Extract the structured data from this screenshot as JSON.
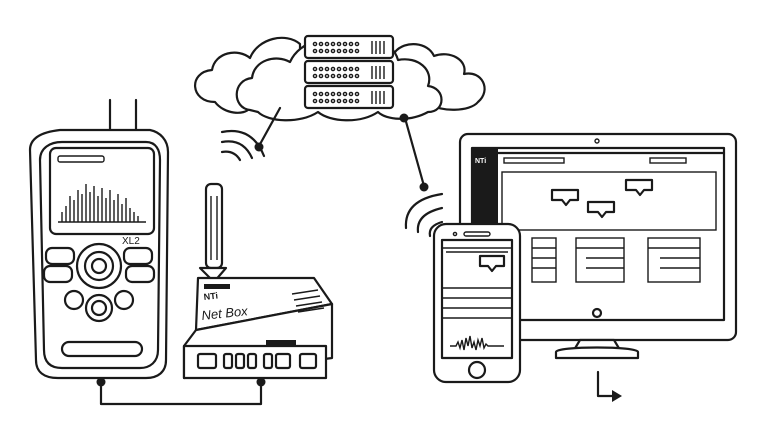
{
  "devices": {
    "analyzer": {
      "model_label": "XL2"
    },
    "netbox": {
      "brand_label": "NTi",
      "product_label": "Net Box"
    },
    "monitor": {
      "brand_label": "NTi"
    }
  },
  "icons": [
    "cloud-icon",
    "server-rack-icon",
    "wifi-signal-icon",
    "arrow-icon"
  ]
}
